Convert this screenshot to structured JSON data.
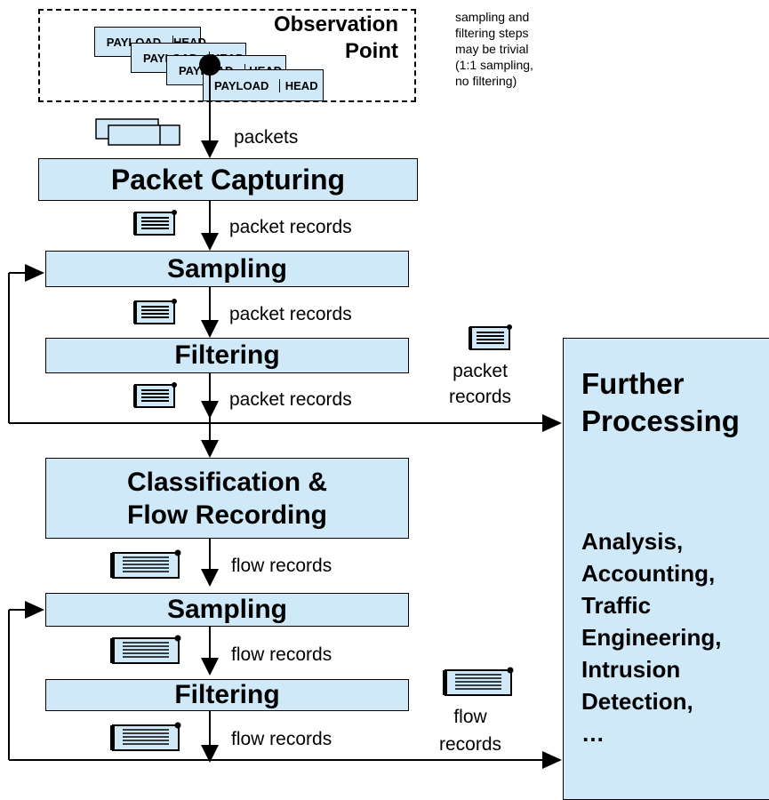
{
  "observation": {
    "title_line1": "Observation",
    "title_line2": "Point",
    "packets": [
      {
        "payload": "PAYLOAD",
        "head": "HEAD"
      },
      {
        "payload": "PAYLOAD",
        "head": "HEAD"
      },
      {
        "payload": "PAYLOAD",
        "head": "HEAD"
      },
      {
        "payload": "PAYLOAD",
        "head": "HEAD"
      }
    ]
  },
  "note": [
    "sampling and",
    "filtering steps",
    "may be trivial",
    "(1:1 sampling,",
    "no filtering)"
  ],
  "edges": {
    "packets": "packets",
    "packet_records_1": "packet records",
    "packet_records_2": "packet records",
    "packet_records_3": "packet records",
    "packet_records_side_1": "packet",
    "packet_records_side_2": "records",
    "flow_records_1": "flow records",
    "flow_records_2": "flow records",
    "flow_records_3": "flow records",
    "flow_records_side_1": "flow",
    "flow_records_side_2": "records"
  },
  "steps": {
    "packet_capturing": "Packet Capturing",
    "sampling_1": "Sampling",
    "filtering_1": "Filtering",
    "classification_1": "Classification &",
    "classification_2": "Flow Recording",
    "sampling_2": "Sampling",
    "filtering_2": "Filtering"
  },
  "further": {
    "title_1": "Further",
    "title_2": "Processing",
    "items": [
      "Analysis,",
      "Accounting,",
      "Traffic",
      "Engineering,",
      "Intrusion",
      "Detection,",
      "…"
    ]
  }
}
